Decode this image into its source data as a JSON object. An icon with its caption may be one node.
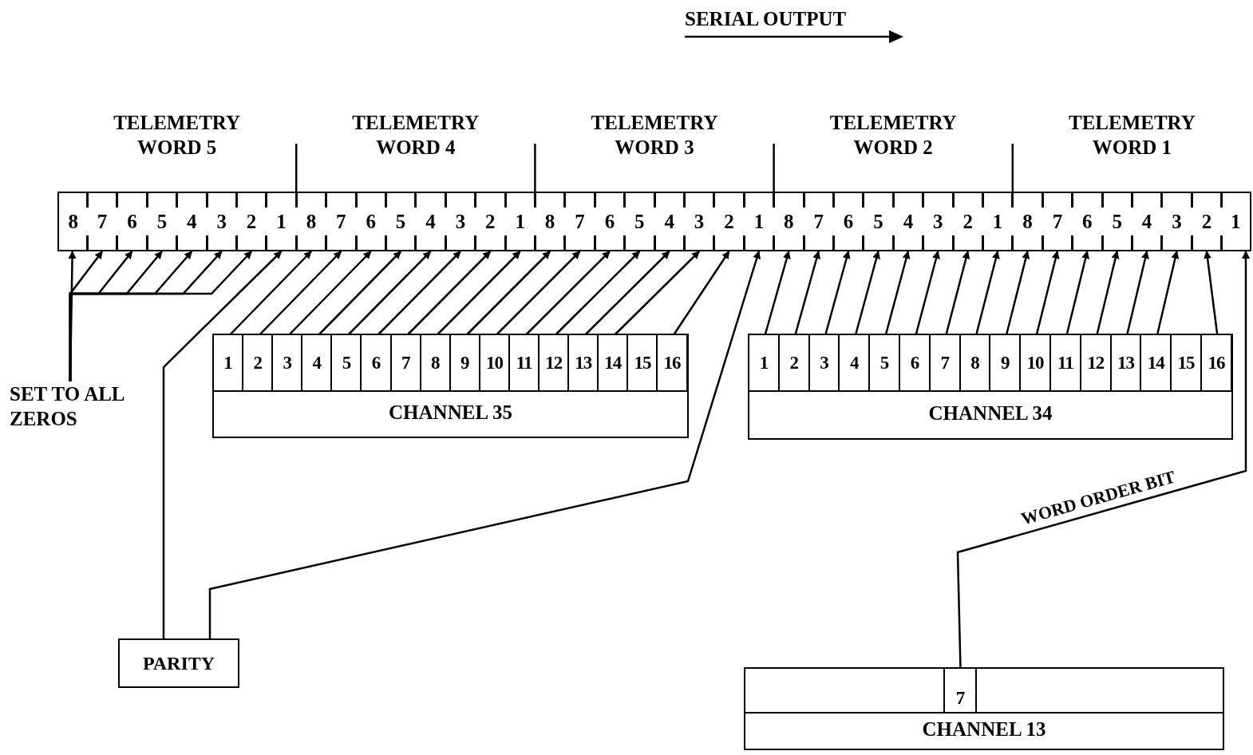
{
  "diagram": {
    "nodes": [
      {
        "text": [
          "8"
        ]
      },
      {
        "text": [
          "7"
        ]
      },
      {
        "text": [
          "6"
        ]
      },
      {
        "text": [
          "5"
        ]
      },
      {
        "text": [
          "4"
        ]
      },
      {
        "text": [
          "3"
        ]
      },
      {
        "text": [
          "2"
        ]
      },
      {
        "text": [
          "1"
        ]
      },
      {
        "text": [
          "8"
        ]
      },
      {
        "text": [
          "7"
        ]
      },
      {
        "text": [
          "6"
        ]
      },
      {
        "text": [
          "5"
        ]
      },
      {
        "text": [
          "4"
        ]
      },
      {
        "text": [
          "3"
        ]
      },
      {
        "text": [
          "2"
        ]
      },
      {
        "text": [
          "1"
        ]
      },
      {
        "text": [
          "8"
        ]
      },
      {
        "text": [
          "7"
        ]
      },
      {
        "text": [
          "6"
        ]
      },
      {
        "text": [
          "5"
        ]
      },
      {
        "text": [
          "4"
        ]
      },
      {
        "text": [
          "3"
        ]
      },
      {
        "text": [
          "2"
        ]
      },
      {
        "text": [
          "1"
        ]
      },
      {
        "text": [
          "8"
        ]
      },
      {
        "text": [
          "7"
        ]
      },
      {
        "text": [
          "6"
        ]
      },
      {
        "text": [
          "5"
        ]
      },
      {
        "text": [
          "4"
        ]
      },
      {
        "text": [
          "3"
        ]
      },
      {
        "text": [
          "2"
        ]
      },
      {
        "text": [
          "1"
        ]
      },
      {
        "text": [
          "8"
        ]
      },
      {
        "text": [
          "7"
        ]
      },
      {
        "text": [
          "6"
        ]
      },
      {
        "text": [
          "5"
        ]
      },
      {
        "text": [
          "4"
        ]
      },
      {
        "text": [
          "3"
        ]
      },
      {
        "text": [
          "2"
        ]
      },
      {
        "text": [
          "1"
        ]
      },
      {
        "text": [
          "SET TO ALL ZEROS"
        ]
      },
      {
        "text": [
          "CHANNEL 35"
        ]
      },
      {
        "text": [
          "1"
        ],
        "in": 41
      },
      {
        "text": [
          "2"
        ],
        "in": 41
      },
      {
        "text": [
          "3"
        ],
        "in": 41
      },
      {
        "text": [
          "4"
        ],
        "in": 41
      },
      {
        "text": [
          "5"
        ],
        "in": 41
      },
      {
        "text": [
          "6"
        ],
        "in": 41
      },
      {
        "text": [
          "7"
        ],
        "in": 41
      },
      {
        "text": [
          "8"
        ],
        "in": 41
      },
      {
        "text": [
          "9"
        ],
        "in": 41
      },
      {
        "text": [
          "10"
        ],
        "in": 41
      },
      {
        "text": [
          "11"
        ],
        "in": 41
      },
      {
        "text": [
          "12"
        ],
        "in": 41
      },
      {
        "text": [
          "13"
        ],
        "in": 41
      },
      {
        "text": [
          "14"
        ],
        "in": 41
      },
      {
        "text": [
          "15"
        ],
        "in": 41
      },
      {
        "text": [
          "16"
        ],
        "in": 41
      },
      {
        "text": [
          "CHANNEL 34"
        ]
      },
      {
        "text": [
          "1"
        ],
        "in": 58
      },
      {
        "text": [
          "2"
        ],
        "in": 58
      },
      {
        "text": [
          "3"
        ],
        "in": 58
      },
      {
        "text": [
          "4"
        ],
        "in": 58
      },
      {
        "text": [
          "5"
        ],
        "in": 58
      },
      {
        "text": [
          "6"
        ],
        "in": 58
      },
      {
        "text": [
          "7"
        ],
        "in": 58
      },
      {
        "text": [
          "8"
        ],
        "in": 58
      },
      {
        "text": [
          "9"
        ],
        "in": 58
      },
      {
        "text": [
          "10"
        ],
        "in": 58
      },
      {
        "text": [
          "11"
        ],
        "in": 58
      },
      {
        "text": [
          "12"
        ],
        "in": 58
      },
      {
        "text": [
          "13"
        ],
        "in": 58
      },
      {
        "text": [
          "14"
        ],
        "in": 58
      },
      {
        "text": [
          "15"
        ],
        "in": 58
      },
      {
        "text": [
          "16"
        ],
        "in": 58
      },
      {
        "text": [
          "PARITY"
        ]
      },
      {
        "text": [
          "CHANNEL 13"
        ]
      },
      {
        "text": [
          "7"
        ],
        "in": 76
      }
    ],
    "edges": [
      {
        "from": 40,
        "to": 0,
        "arrow": "to"
      },
      {
        "from": 40,
        "to": 1,
        "arrow": "to"
      },
      {
        "from": 40,
        "to": 2,
        "arrow": "to"
      },
      {
        "from": 40,
        "to": 3,
        "arrow": "to"
      },
      {
        "from": 40,
        "to": 4,
        "arrow": "to"
      },
      {
        "from": 40,
        "to": 5,
        "arrow": "to"
      },
      {
        "from": 40,
        "to": 6,
        "arrow": "to"
      },
      {
        "from": 75,
        "to": 7,
        "arrow": "to"
      },
      {
        "from": 75,
        "to": 23,
        "arrow": "to"
      },
      {
        "from": 42,
        "to": 8,
        "arrow": "to"
      },
      {
        "from": 43,
        "to": 9,
        "arrow": "to"
      },
      {
        "from": 44,
        "to": 10,
        "arrow": "to"
      },
      {
        "from": 45,
        "to": 11,
        "arrow": "to"
      },
      {
        "from": 46,
        "to": 12,
        "arrow": "to"
      },
      {
        "from": 47,
        "to": 13,
        "arrow": "to"
      },
      {
        "from": 48,
        "to": 14,
        "arrow": "to"
      },
      {
        "from": 49,
        "to": 15,
        "arrow": "to"
      },
      {
        "from": 50,
        "to": 16,
        "arrow": "to"
      },
      {
        "from": 51,
        "to": 17,
        "arrow": "to"
      },
      {
        "from": 52,
        "to": 18,
        "arrow": "to"
      },
      {
        "from": 53,
        "to": 19,
        "arrow": "to"
      },
      {
        "from": 54,
        "to": 20,
        "arrow": "to"
      },
      {
        "from": 55,
        "to": 21,
        "arrow": "to"
      },
      {
        "from": 57,
        "to": 22,
        "arrow": "to"
      },
      {
        "from": 59,
        "to": 24,
        "arrow": "to"
      },
      {
        "from": 60,
        "to": 25,
        "arrow": "to"
      },
      {
        "from": 61,
        "to": 26,
        "arrow": "to"
      },
      {
        "from": 62,
        "to": 27,
        "arrow": "to"
      },
      {
        "from": 63,
        "to": 28,
        "arrow": "to"
      },
      {
        "from": 64,
        "to": 29,
        "arrow": "to"
      },
      {
        "from": 65,
        "to": 30,
        "arrow": "to"
      },
      {
        "from": 66,
        "to": 31,
        "arrow": "to"
      },
      {
        "from": 67,
        "to": 32,
        "arrow": "to"
      },
      {
        "from": 68,
        "to": 33,
        "arrow": "to"
      },
      {
        "from": 69,
        "to": 34,
        "arrow": "to"
      },
      {
        "from": 70,
        "to": 35,
        "arrow": "to"
      },
      {
        "from": 71,
        "to": 36,
        "arrow": "to"
      },
      {
        "from": 72,
        "to": 37,
        "arrow": "to"
      },
      {
        "from": 74,
        "to": 38,
        "arrow": "to"
      },
      {
        "from": 77,
        "to": 39,
        "arrow": "to",
        "label": "WORD ORDER BIT"
      }
    ],
    "labels": [
      "SERIAL OUTPUT",
      "TELEMETRY WORD 5",
      "TELEMETRY WORD 4",
      "TELEMETRY WORD 3",
      "TELEMETRY WORD 2",
      "TELEMETRY WORD 1"
    ]
  }
}
